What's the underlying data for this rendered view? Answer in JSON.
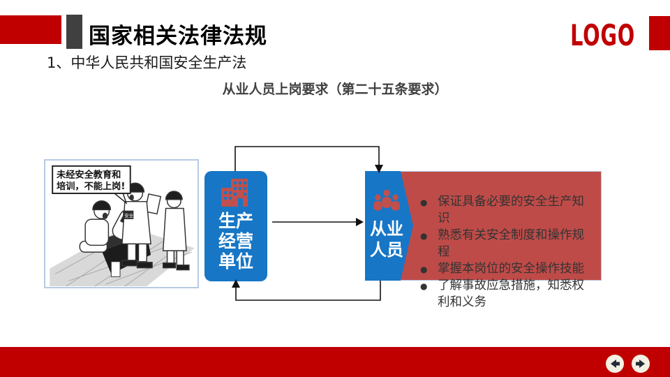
{
  "header": {
    "title": "国家相关法律法规",
    "logo": "LOGO",
    "subtitle": "1、中华人民共和国安全生产法"
  },
  "section_heading": "从业人员上岗要求（第二十五条要求）",
  "cartoon": {
    "speech_line1": "未经安全教育和",
    "speech_line2": "培训，不能上岗!",
    "armband": "安全"
  },
  "flow": {
    "left_box": {
      "lines": [
        "生产",
        "经营",
        "单位"
      ],
      "icon": "building-icon"
    },
    "right_box": {
      "label_lines": [
        "从业",
        "人员"
      ],
      "icon": "people-group-icon",
      "bullets": [
        "保证具备必要的安全生产知识",
        "熟悉有关安全制度和操作规程",
        "掌握本岗位的安全操作技能",
        "了解事故应急措施，知悉权利和义务"
      ]
    }
  },
  "icons": {
    "prev": "arrow-left-icon",
    "next": "arrow-right-icon"
  },
  "colors": {
    "brand_red": "#C00000",
    "accent_gray": "#404040",
    "flow_blue": "#1776C5",
    "flow_red": "#BF4B48",
    "icon_red": "#C0504D",
    "panel_border": "#B7C9E4",
    "nav_circle": "#F5F0E4",
    "nav_arrow": "#212B38"
  }
}
